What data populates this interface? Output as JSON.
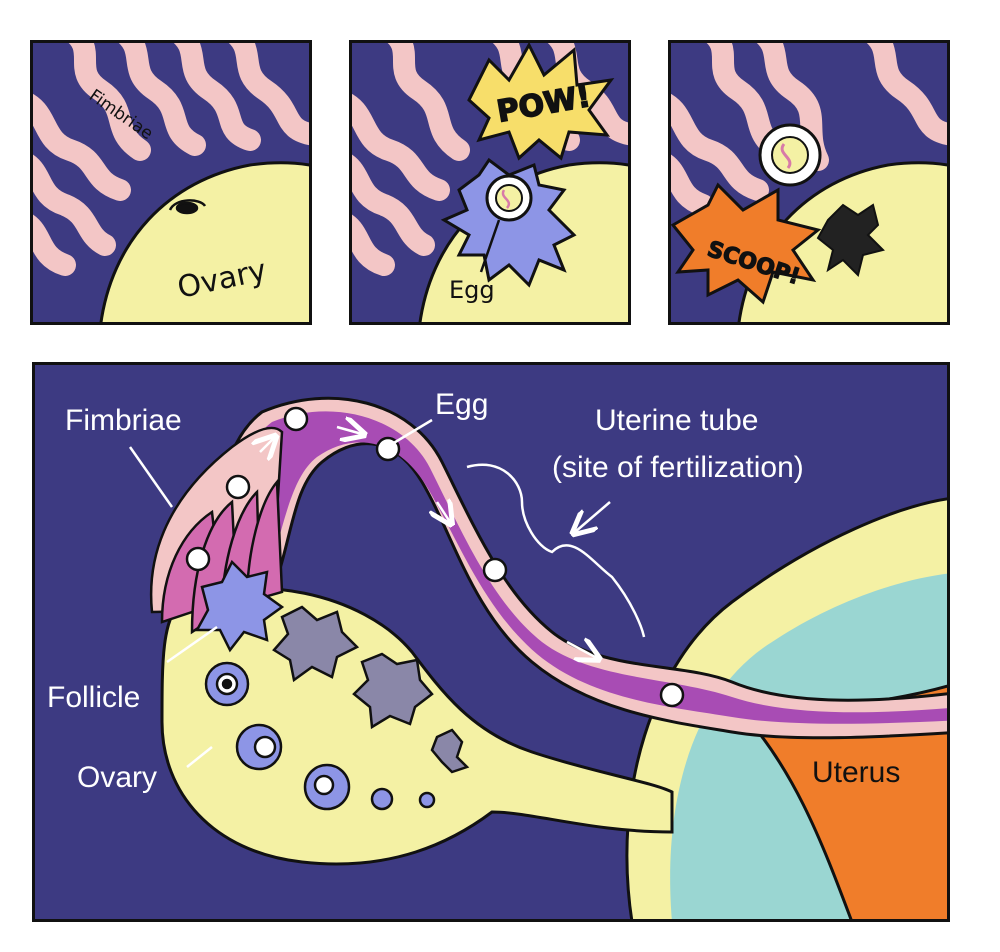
{
  "panels": [
    {
      "labels": {
        "fimbriae": "Fimbriae",
        "ovary": "Ovary"
      }
    },
    {
      "labels": {
        "sfx": "POW!",
        "egg": "Egg"
      }
    },
    {
      "labels": {
        "sfx": "SCOOP!"
      }
    }
  ],
  "main": {
    "labels": {
      "fimbriae": "Fimbriae",
      "egg": "Egg",
      "tube_line1": "Uterine tube",
      "tube_line2": "(site of fertilization)",
      "follicle": "Follicle",
      "ovary": "Ovary",
      "uterus": "Uterus"
    }
  },
  "colors": {
    "background": "#3d3a82",
    "fimbriae_pink": "#f3c6c6",
    "ovary_yellow": "#f4f1a4",
    "tube_purple": "#a84cb4",
    "follicle_blue": "#8d95e6",
    "uterus_teal": "#9ad6d2",
    "uterus_orange": "#f0702a",
    "pow_yellow": "#f7de6a",
    "scoop_orange": "#f07d2a"
  }
}
